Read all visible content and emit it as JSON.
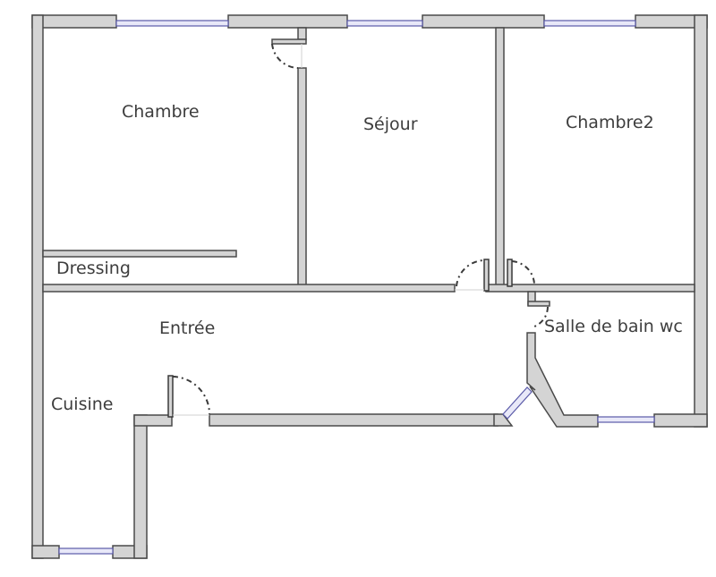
{
  "plan": {
    "rooms": [
      {
        "id": "chambre",
        "label": "Chambre"
      },
      {
        "id": "sejour",
        "label": "Séjour"
      },
      {
        "id": "chambre2",
        "label": "Chambre2"
      },
      {
        "id": "dressing",
        "label": "Dressing"
      },
      {
        "id": "entree",
        "label": "Entrée"
      },
      {
        "id": "salle-de-bain",
        "label": "Salle de bain wc"
      },
      {
        "id": "cuisine",
        "label": "Cuisine"
      }
    ]
  },
  "colors": {
    "wall_fill": "#d4d4d4",
    "wall_stroke": "#4a4a4a",
    "window": "#5a5aa8",
    "text": "#3d3d3d"
  }
}
